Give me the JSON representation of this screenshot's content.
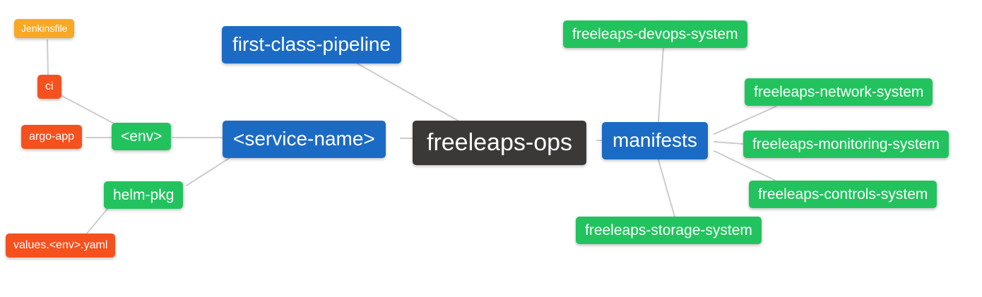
{
  "diagram": {
    "type": "mindmap",
    "background_color": "#ffffff",
    "edge_color": "#cccccc",
    "palette": {
      "root": "#3B3938",
      "level1": "#1B6BC5",
      "level2": "#22C35E",
      "level3": "#F4511E",
      "level4": "#F9A825"
    },
    "nodes": [
      {
        "id": "freeleaps-ops",
        "label": "freeleaps-ops",
        "level": 0,
        "color": "#3B3938"
      },
      {
        "id": "first-class-pipeline",
        "label": "first-class-pipeline",
        "level": 1,
        "color": "#1B6BC5"
      },
      {
        "id": "service-name",
        "label": "<service-name>",
        "level": 1,
        "color": "#1B6BC5"
      },
      {
        "id": "manifests",
        "label": "manifests",
        "level": 1,
        "color": "#1B6BC5"
      },
      {
        "id": "env",
        "label": "<env>",
        "level": 2,
        "color": "#22C35E"
      },
      {
        "id": "helm-pkg",
        "label": "helm-pkg",
        "level": 2,
        "color": "#22C35E"
      },
      {
        "id": "ci",
        "label": "ci",
        "level": 3,
        "color": "#F4511E"
      },
      {
        "id": "argo-app",
        "label": "argo-app",
        "level": 3,
        "color": "#F4511E"
      },
      {
        "id": "values-env-yaml",
        "label": "values.<env>.yaml",
        "level": 3,
        "color": "#F4511E"
      },
      {
        "id": "jenkinsfile",
        "label": "Jenkinsfile",
        "level": 4,
        "color": "#F9A825"
      },
      {
        "id": "freeleaps-devops-system",
        "label": "freeleaps-devops-system",
        "level": 2,
        "color": "#22C35E"
      },
      {
        "id": "freeleaps-network-system",
        "label": "freeleaps-network-system",
        "level": 2,
        "color": "#22C35E"
      },
      {
        "id": "freeleaps-monitoring-system",
        "label": "freeleaps-monitoring-system",
        "level": 2,
        "color": "#22C35E"
      },
      {
        "id": "freeleaps-controls-system",
        "label": "freeleaps-controls-system",
        "level": 2,
        "color": "#22C35E"
      },
      {
        "id": "freeleaps-storage-system",
        "label": "freeleaps-storage-system",
        "level": 2,
        "color": "#22C35E"
      }
    ],
    "edges": [
      [
        "jenkinsfile",
        "ci"
      ],
      [
        "ci",
        "env"
      ],
      [
        "argo-app",
        "env"
      ],
      [
        "env",
        "service-name"
      ],
      [
        "helm-pkg",
        "service-name"
      ],
      [
        "values-env-yaml",
        "helm-pkg"
      ],
      [
        "first-class-pipeline",
        "freeleaps-ops"
      ],
      [
        "service-name",
        "freeleaps-ops"
      ],
      [
        "freeleaps-ops",
        "manifests"
      ],
      [
        "manifests",
        "freeleaps-devops-system"
      ],
      [
        "manifests",
        "freeleaps-network-system"
      ],
      [
        "manifests",
        "freeleaps-monitoring-system"
      ],
      [
        "manifests",
        "freeleaps-controls-system"
      ],
      [
        "manifests",
        "freeleaps-storage-system"
      ]
    ]
  }
}
